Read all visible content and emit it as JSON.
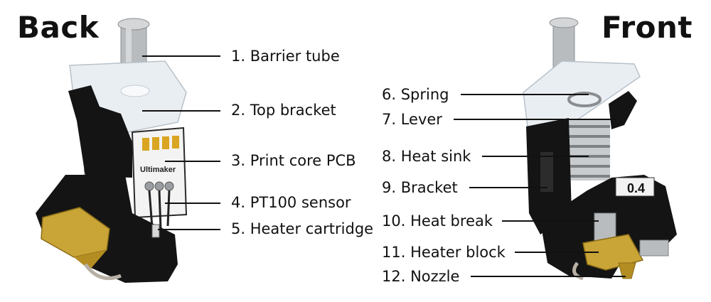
{
  "titles": {
    "back": "Back",
    "front": "Front"
  },
  "back_labels": [
    "1. Barrier tube",
    "2. Top bracket",
    "3. Print core PCB",
    "4. PT100 sensor",
    "5. Heater cartridge"
  ],
  "front_labels": [
    "6. Spring",
    "7. Lever",
    "8. Heat sink",
    "9. Bracket",
    "10. Heat break",
    "11. Heater block",
    "12. Nozzle"
  ],
  "pcb_logo": "Ultimaker",
  "nozzle_size": "0.4",
  "colors": {
    "ink": "#111111",
    "brass": "#c9a437",
    "body": "#141414",
    "steel": "#b9bcbf",
    "clear": "#e9eef2"
  }
}
